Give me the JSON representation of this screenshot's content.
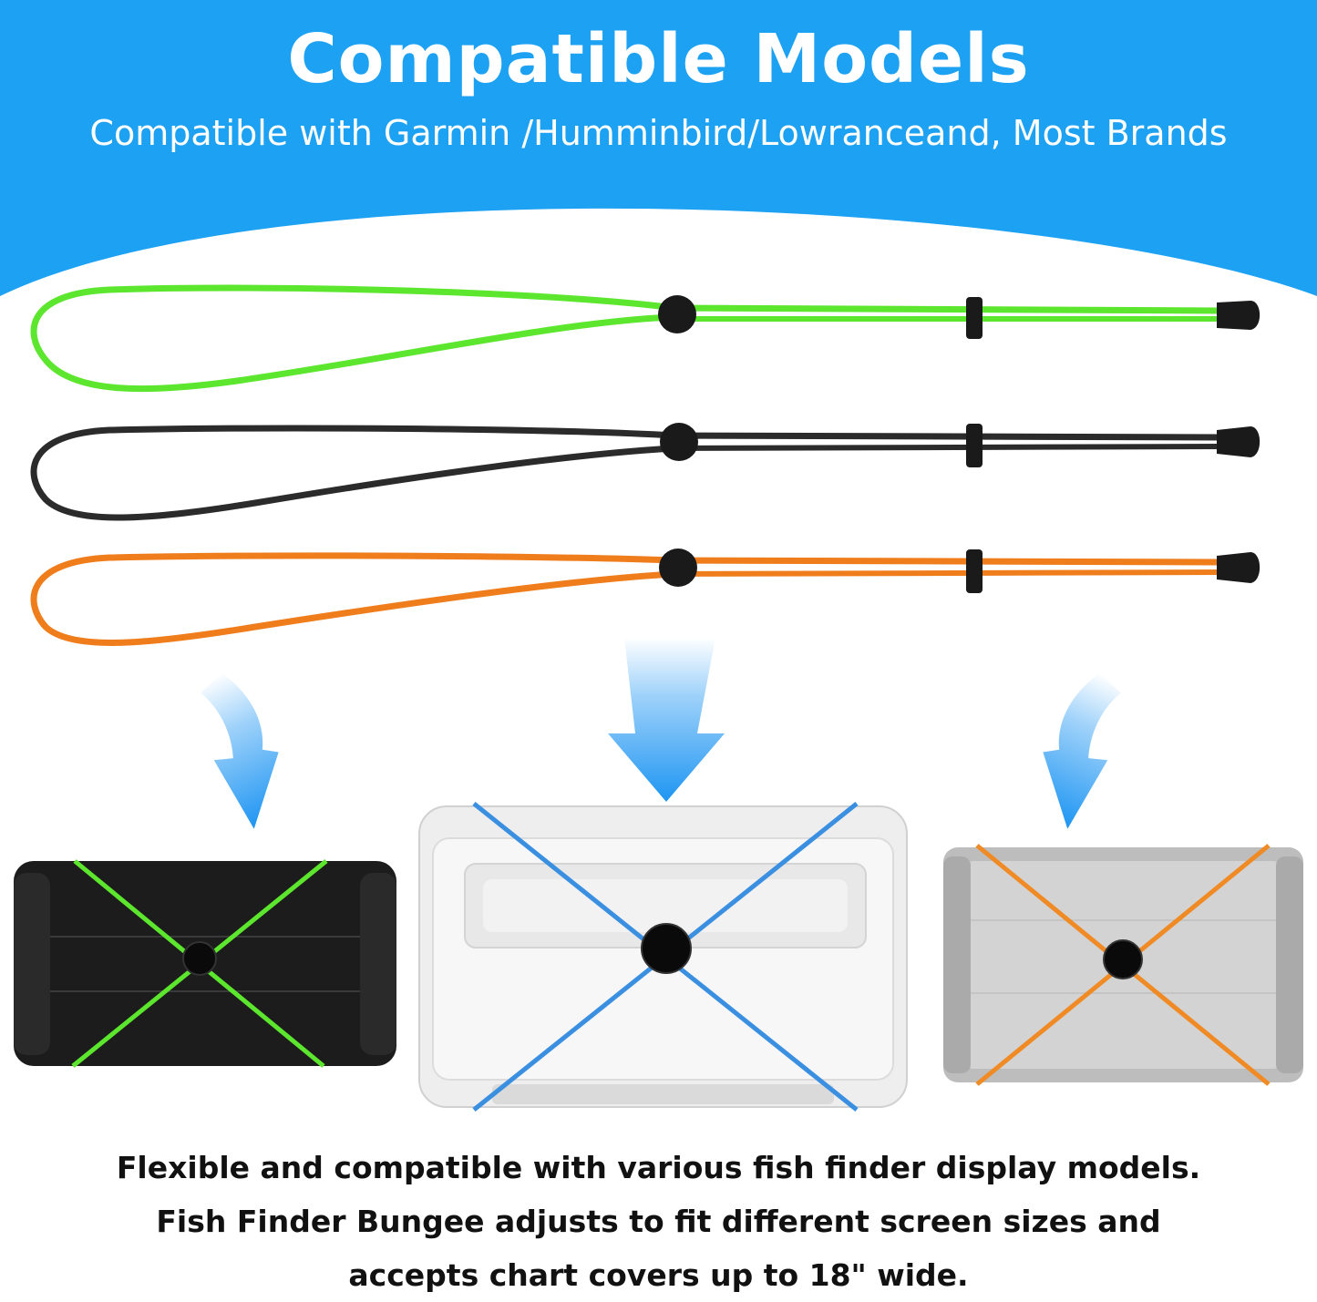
{
  "header": {
    "title": "Compatible Models",
    "subtitle": "Compatible with Garmin /Humminbird/Lowranceand, Most Brands",
    "background_color": "#1da1f2"
  },
  "bungees": [
    {
      "color_name": "green",
      "color": "#5ce62e"
    },
    {
      "color_name": "black",
      "color": "#2b2b2b"
    },
    {
      "color_name": "orange",
      "color": "#f07d1c"
    }
  ],
  "arrows": {
    "color": "#2a9df4",
    "icon": "down-arrow-icon"
  },
  "devices": [
    {
      "name": "black-fish-finder",
      "body_color": "#1c1c1c",
      "strap_color": "#5ce62e"
    },
    {
      "name": "white-fish-finder",
      "body_color": "#eeeeee",
      "strap_color": "#3b8fe0"
    },
    {
      "name": "gray-fish-finder",
      "body_color": "#bdbdbd",
      "strap_color": "#f08a24"
    }
  ],
  "footer": {
    "line1": "Flexible and compatible with various fish finder display models.",
    "line2": "Fish Finder Bungee adjusts to fit different screen sizes and",
    "line3": "accepts chart covers up to 18\" wide."
  }
}
